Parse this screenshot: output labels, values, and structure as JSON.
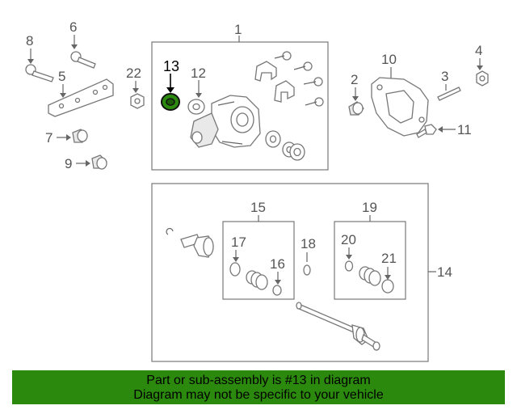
{
  "diagram": {
    "callouts": {
      "c1": "1",
      "c2": "2",
      "c3": "3",
      "c4": "4",
      "c5": "5",
      "c6": "6",
      "c7": "7",
      "c8": "8",
      "c9": "9",
      "c10": "10",
      "c11": "11",
      "c12": "12",
      "c13": "13",
      "c14": "14",
      "c15": "15",
      "c16": "16",
      "c17": "17",
      "c18": "18",
      "c19": "19",
      "c20": "20",
      "c21": "21",
      "c22": "22"
    },
    "highlighted_part": "13",
    "highlight_color": "#2b8a0e"
  },
  "banner": {
    "line1": "Part or sub-assembly is #13 in diagram",
    "line2": "Diagram may not be specific to your vehicle",
    "background": "#2b8a0e"
  }
}
